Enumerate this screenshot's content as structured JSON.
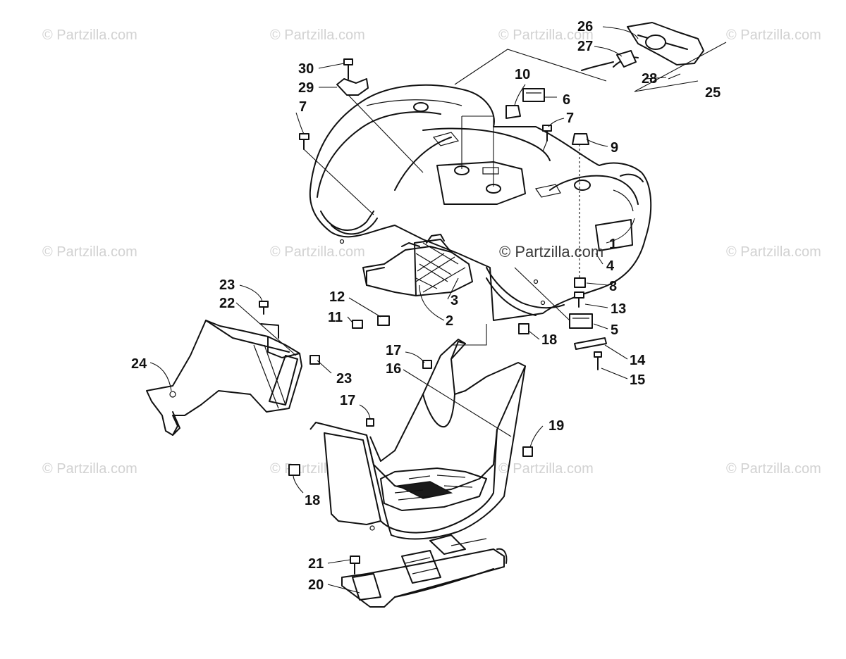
{
  "watermarks": [
    {
      "text": "© Partzilla.com"
    },
    {
      "text": "© Partzilla.com"
    },
    {
      "text": "© Partzilla.com"
    },
    {
      "text": "© Partzilla.com"
    },
    {
      "text": "© Partzilla.com"
    },
    {
      "text": "© Partzilla.com"
    },
    {
      "text": "© Partzilla.com"
    },
    {
      "text": "© Partzilla.com"
    },
    {
      "text": "© Partzilla.com"
    },
    {
      "text": "© Partzilla.com"
    },
    {
      "text": "© Partzilla.com"
    }
  ],
  "center_watermark": "© Partzilla.com",
  "callouts": {
    "c1": "1",
    "c2": "2",
    "c3": "3",
    "c4": "4",
    "c5": "5",
    "c6": "6",
    "c7a": "7",
    "c7b": "7",
    "c8": "8",
    "c9": "9",
    "c10": "10",
    "c11": "11",
    "c12": "12",
    "c13": "13",
    "c14": "14",
    "c15": "15",
    "c16": "16",
    "c17a": "17",
    "c17b": "17",
    "c18a": "18",
    "c18b": "18",
    "c19": "19",
    "c20": "20",
    "c21": "21",
    "c22": "22",
    "c23a": "23",
    "c23b": "23",
    "c24": "24",
    "c25": "25",
    "c26": "26",
    "c27": "27",
    "c28": "28",
    "c29": "29",
    "c30": "30"
  }
}
